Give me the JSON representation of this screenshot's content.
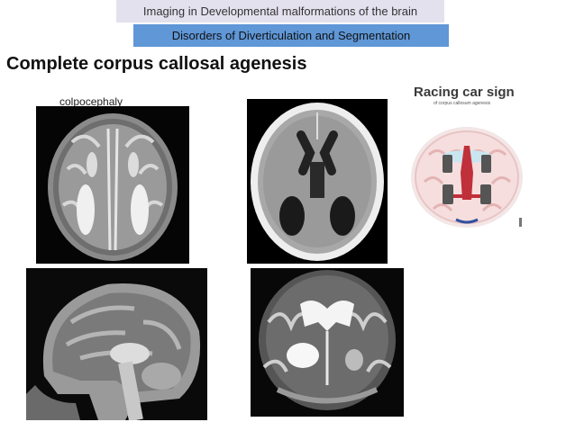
{
  "header": {
    "banner_top": "Imaging in Developmental malformations of the brain",
    "banner_sub": "Disorders of Diverticulation and Segmentation"
  },
  "slide": {
    "title": "Complete corpus callosal agenesis",
    "caption": "colpocephaly"
  },
  "racing_car": {
    "title": "Racing car sign",
    "subtitle": "of corpus callosum agenesis"
  },
  "colors": {
    "banner_top_bg": "#e4e1ee",
    "banner_sub_bg": "#5f97d7",
    "car_red": "#c0303a"
  }
}
